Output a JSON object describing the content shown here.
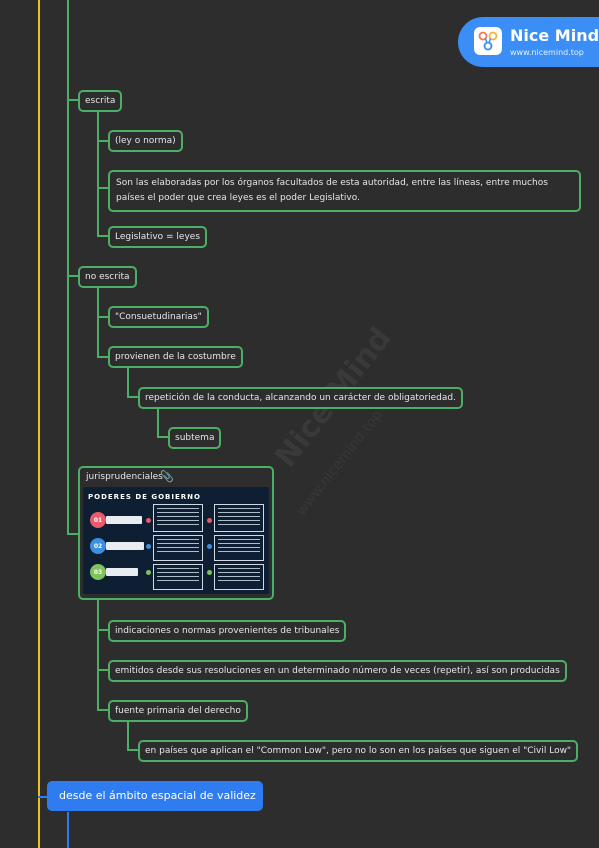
{
  "brand": {
    "name": "Nice Mind",
    "url": "www.nicemind.top"
  },
  "nodes": {
    "escrita": "escrita",
    "ley_norma": "(ley o norma)",
    "elaboradas": "Son las elaboradas por los órganos facultados de esta autoridad, entre las líneas, entre muchos países el poder que crea leyes es el poder Legislativo.",
    "legislativo": "Legislativo = leyes",
    "no_escrita": "no escrita",
    "consuetudinarias": "\"Consuetudinarias\"",
    "provienen": "provienen de la costumbre",
    "repeticion": "repetición de la conducta, alcanzando un carácter de obligatoriedad.",
    "subtema": "subtema",
    "jurisprudenciales": "jurisprudenciales",
    "indicaciones": "indicaciones o normas provenientes de tribunales",
    "emitidos": "emitidos desde sus resoluciones en un determinado número de veces (repetir), así son producidas",
    "fuente": "fuente primaria del derecho",
    "paises": "en países que aplican el \"Common Low\", pero no lo son en los países que siguen el \"Civil Low\"",
    "espacial": "desde el ámbito espacial de validez"
  },
  "attachment": {
    "title": "PODERES DE GOBIERNO",
    "items": [
      "01",
      "02",
      "03"
    ],
    "colors": [
      "#e85b6b",
      "#3d8fe0",
      "#7fc45a"
    ]
  },
  "colors": {
    "background": "#2d2d2d",
    "branch": "#4caf63",
    "trunk": "#f0c020",
    "accent": "#2f7cf0"
  }
}
